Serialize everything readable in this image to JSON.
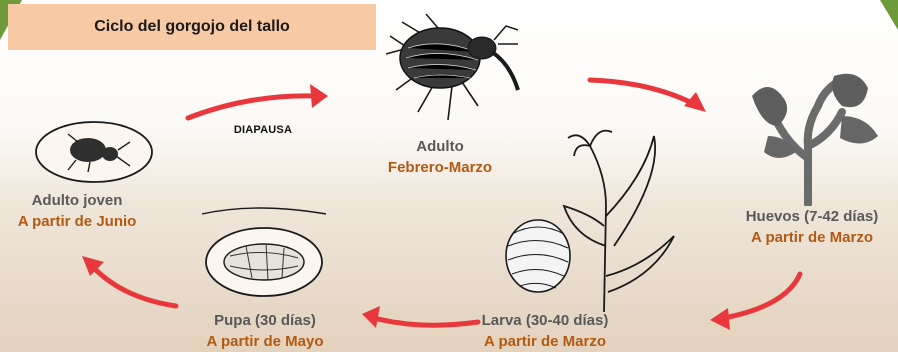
{
  "title": "Ciclo del gorgojo del tallo",
  "diapausa": "DIAPAUSA",
  "stages": {
    "adulto": {
      "name": "Adulto",
      "period": "Febrero-Marzo"
    },
    "huevos": {
      "name": "Huevos (7-42 días)",
      "period": "A partir de Marzo"
    },
    "larva": {
      "name": "Larva (30-40 días)",
      "period": "A partir de Marzo"
    },
    "pupa": {
      "name": "Pupa (30 días)",
      "period": "A partir de Mayo"
    },
    "adulto_joven": {
      "name": "Adulto joven",
      "period": "A partir de Junio"
    }
  },
  "colors": {
    "arrow": "#e8383d",
    "stage_name": "#595959",
    "period": "#b35a12",
    "title_box": "#f7c9a4"
  }
}
